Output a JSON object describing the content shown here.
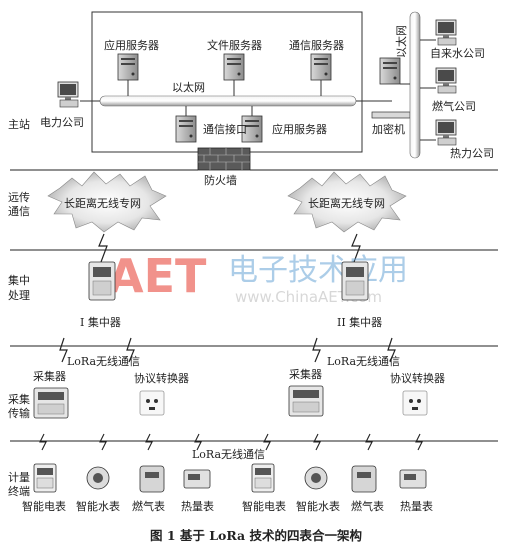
{
  "tiers": {
    "master": "主站",
    "remote_line1": "远传",
    "remote_line2": "通信",
    "concentrate_line1": "集中",
    "concentrate_line2": "处理",
    "collect_line1": "采集",
    "collect_line2": "传输",
    "meter_line1": "计量",
    "meter_line2": "终端"
  },
  "master_station": {
    "app_server_top": "应用服务器",
    "file_server": "文件服务器",
    "comm_server": "通信服务器",
    "ethernet": "以太网",
    "comm_interface": "通信接口",
    "app_server_bottom": "应用服务器",
    "power_company": "电力公司",
    "firewall": "防火墙",
    "encryptor": "加密机",
    "ethernet_vertical": "以太网",
    "water_company": "自来水公司",
    "gas_company": "燃气公司",
    "heat_company": "热力公司"
  },
  "remote": {
    "left_network": "长距离无线专网",
    "right_network": "长距离无线专网"
  },
  "concentrators": {
    "left": "I 集中器",
    "right": "II 集中器"
  },
  "collection": {
    "lora_left": "LoRa无线通信",
    "lora_right": "LoRa无线通信",
    "collector_left": "采集器",
    "converter_left": "协议转换器",
    "collector_right": "采集器",
    "converter_right": "协议转换器",
    "lora_bottom": "LoRa无线通信"
  },
  "meters": {
    "group1": [
      "智能电表",
      "智能水表",
      "燃气表",
      "热量表"
    ],
    "group2": [
      "智能电表",
      "智能水表",
      "燃气表",
      "热量表"
    ]
  },
  "watermark": {
    "logo": "AET",
    "chinese": "电子技术应用",
    "url": "www.ChinaAET.com"
  },
  "caption": "图 1   基于 LoRa 技术的四表合一架构"
}
